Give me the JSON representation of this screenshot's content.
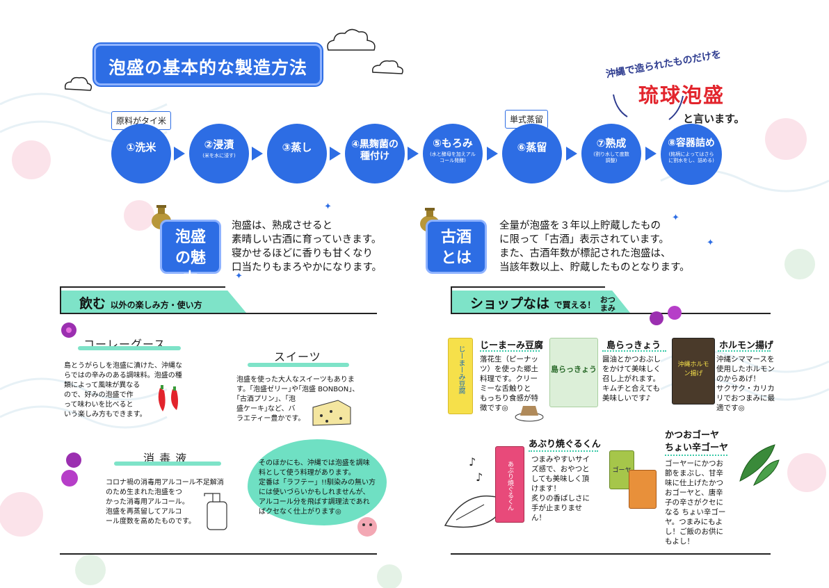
{
  "title": "泡盛の基本的な製造方法",
  "process": {
    "callout_raw": "原料がタイ米",
    "callout_distill": "単式蒸留",
    "steps": [
      {
        "label": "①洗米",
        "sub": ""
      },
      {
        "label": "②浸漬",
        "sub": "(米を水に浸す)"
      },
      {
        "label": "③蒸し",
        "sub": ""
      },
      {
        "label": "④黒麹菌の種付け",
        "sub": ""
      },
      {
        "label": "⑤もろみ",
        "sub": "(水と酵母を加えアルコール発酵)"
      },
      {
        "label": "⑥蒸留",
        "sub": ""
      },
      {
        "label": "⑦熟成",
        "sub": "(割り水して度数調整)"
      },
      {
        "label": "⑧容器詰め",
        "sub": "(銘柄によってはさらに割水をし、詰める)"
      }
    ]
  },
  "ryukyu": {
    "lead": "沖縄で造られたものだけを",
    "big": "琉球泡盛",
    "end": "と言います。"
  },
  "appeal": {
    "badge": "泡盛の魅力",
    "lines": [
      "泡盛は、熟成させると",
      "素晴しい古酒に育っていきます。",
      "寝かせるほどに香りも甘くなり",
      "口当たりもまろやかになります。"
    ]
  },
  "kusu": {
    "badge": "古酒とは",
    "lines": [
      "全量が泡盛を３年以上貯蔵したもの",
      "に限って「古酒」表示されています。",
      "また、古酒年数が標記された泡盛は、",
      "当該年数以上、貯蔵したものとなります。"
    ]
  },
  "left_section": {
    "head_main": "飲む",
    "head_small": "以外の楽しみ方・使い方",
    "koregusu": {
      "title": "コーレーグース",
      "lines": [
        "島とうがらしを泡盛に漬けた、沖縄な",
        "らではの辛みのある調味料。泡盛の種",
        "類によって風味が異なる",
        "ので、好みの泡盛で作",
        "って味わいを比べると",
        "いう楽しみ方もできます。"
      ]
    },
    "sweets": {
      "title": "スイーツ",
      "lines": [
        "泡盛を使った大人なスイーツもありま",
        "す。｢泡盛ゼリー｣や｢泡盛 BONBON｣、",
        "｢古酒プリン｣、｢泡",
        "盛ケーキ｣など、バ",
        "ラエティー豊かです。"
      ]
    },
    "disinfect": {
      "title": "消 毒 液",
      "lines": [
        "コロナ禍の消毒用アルコール不足解消",
        "のため生まれた泡盛をつ",
        "かった消毒用アルコール。",
        "泡盛を再蒸留してアルコ",
        "ール度数を高めたものです。"
      ]
    },
    "bubble": {
      "lines": [
        "そのほかにも、沖縄では泡盛を調味",
        "料として使う料理があります。",
        "定番は「ラフテー」!!馴染みの無い方",
        "には使いづらいかもしれませんが、",
        "アルコール分を飛ばす調理法であれ",
        "ばクセなく仕上がります◎"
      ]
    }
  },
  "right_section": {
    "head_main": "ショップなは",
    "head_small": "で買える！",
    "head_tag": "おつまみ",
    "products": [
      {
        "name": "じーまーみ豆腐",
        "pkg": "じーまーみ豆腐",
        "lines": [
          "落花生（ピーナッ",
          "ツ）を使った郷土",
          "料理です。クリー",
          "ミーな舌触りと",
          "もっちり食感が特",
          "徴です◎"
        ]
      },
      {
        "name": "島らっきょう",
        "pkg": "島らっきょう",
        "lines": [
          "醤油とかつおぶし",
          "をかけて美味しく",
          "召し上がれます。",
          "キムチと合えても",
          "美味しいです♪"
        ]
      },
      {
        "name": "ホルモン揚げ",
        "pkg": "沖縄ホルモン揚げ",
        "lines": [
          "沖縄シママースを",
          "使用したホルモン",
          "のからあげ！",
          "サクサク・カリカ",
          "リでおつまみに最",
          "適です◎"
        ]
      },
      {
        "name": "あぶり焼ぐるくん",
        "pkg": "あぶり焼ぐるくん",
        "lines": [
          "つまみやすいサイ",
          "ズ感で、おやつと",
          "しても美味しく頂",
          "けます！",
          "炙りの香ばしさに",
          "手が止まりませ",
          "ん！"
        ]
      },
      {
        "name": "かつおゴーヤ\nちょい辛ゴーヤ",
        "name1": "かつおゴーヤ",
        "name2": "ちょい辛ゴーヤ",
        "pkg": "ゴーヤ",
        "lines": [
          "ゴーヤーにかつお",
          "節をまぶし、甘辛",
          "味に仕上げたかつ",
          "おゴーヤと、唐辛",
          "子の辛さがクセに",
          "なる ちょい辛ゴー",
          "ヤ。つまみにもよ",
          "し！ご飯のお供に",
          "もよし！"
        ]
      }
    ]
  },
  "colors": {
    "blue": "#2d6de4",
    "mint": "#7ee3c8",
    "red": "#e2242c"
  }
}
